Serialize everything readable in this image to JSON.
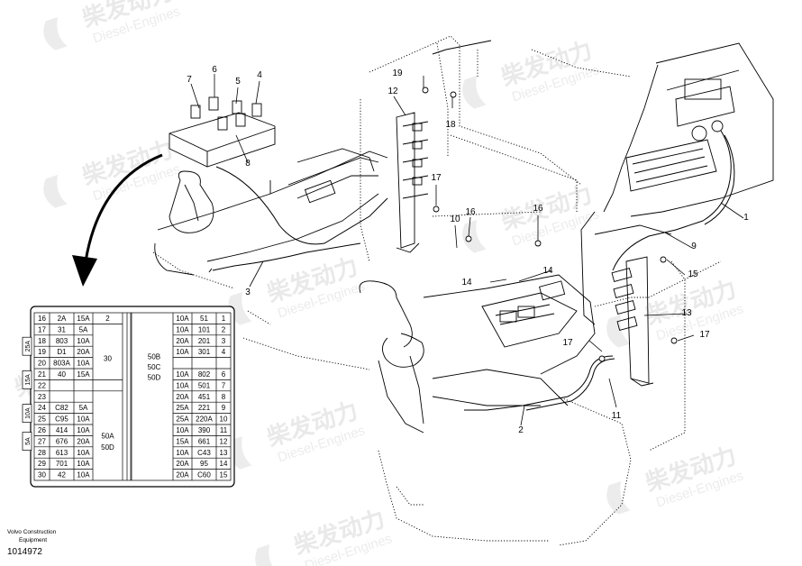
{
  "watermark": {
    "brand": "柴发动力",
    "sub": "Diesel-Engines"
  },
  "footer": {
    "company": "Volvo Construction",
    "division": "Equipment",
    "part_number": "1014972"
  },
  "callouts": [
    "1",
    "2",
    "3",
    "4",
    "5",
    "6",
    "7",
    "8",
    "9",
    "10",
    "11",
    "12",
    "13",
    "14",
    "14",
    "15",
    "16",
    "16",
    "17",
    "17",
    "17",
    "18",
    "19"
  ],
  "fuse_table": {
    "side_labels": [
      "25A",
      "15A",
      "10A",
      "5A"
    ],
    "left_rows": [
      [
        "16",
        "2A",
        "15A",
        "2"
      ],
      [
        "17",
        "31",
        "5A",
        ""
      ],
      [
        "18",
        "803",
        "10A",
        ""
      ],
      [
        "19",
        "D1",
        "20A",
        ""
      ],
      [
        "20",
        "803A",
        "10A",
        ""
      ],
      [
        "21",
        "40",
        "15A",
        ""
      ],
      [
        "22",
        "",
        "",
        ""
      ],
      [
        "23",
        "",
        "",
        ""
      ],
      [
        "24",
        "C82",
        "5A",
        ""
      ],
      [
        "25",
        "C95",
        "10A",
        ""
      ],
      [
        "26",
        "414",
        "10A",
        ""
      ],
      [
        "27",
        "676",
        "20A",
        ""
      ],
      [
        "28",
        "613",
        "10A",
        ""
      ],
      [
        "29",
        "701",
        "10A",
        ""
      ],
      [
        "30",
        "42",
        "10A",
        ""
      ]
    ],
    "mid_left_labels": [
      "30",
      "50A",
      "50D"
    ],
    "mid_right_labels": [
      "50B",
      "50C",
      "50D"
    ],
    "right_rows": [
      [
        "10A",
        "51",
        "1"
      ],
      [
        "10A",
        "101",
        "2"
      ],
      [
        "20A",
        "201",
        "3"
      ],
      [
        "10A",
        "301",
        "4"
      ],
      [
        "",
        "",
        " "
      ],
      [
        "10A",
        "802",
        "6"
      ],
      [
        "10A",
        "501",
        "7"
      ],
      [
        "20A",
        "451",
        "8"
      ],
      [
        "25A",
        "221",
        "9"
      ],
      [
        "25A",
        "220A",
        "10"
      ],
      [
        "10A",
        "390",
        "11"
      ],
      [
        "15A",
        "661",
        "12"
      ],
      [
        "10A",
        "C43",
        "13"
      ],
      [
        "20A",
        "95",
        "14"
      ],
      [
        "20A",
        "C60",
        "15"
      ]
    ]
  }
}
